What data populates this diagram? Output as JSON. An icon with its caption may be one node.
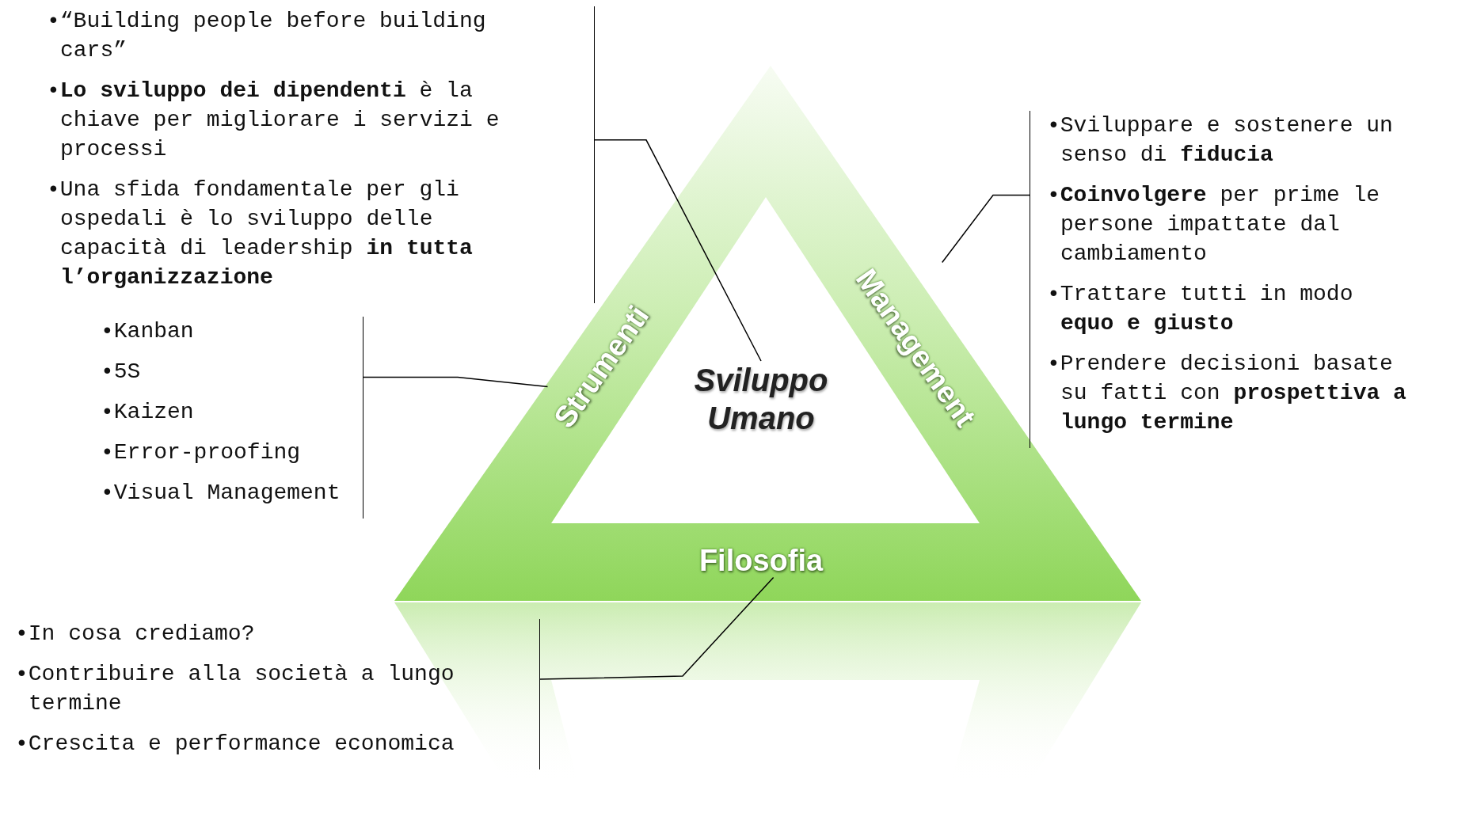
{
  "diagram": {
    "nodes": [
      {
        "text": [
          "•“Building people before building cars”",
          "•**Lo sviluppo dei dipendenti** è la chiave per migliorare i servizi e processi",
          "•Una sfida fondamentale per gli ospedali è lo sviluppo delle capacità di leadership **in tutta l’organizzazione**"
        ]
      },
      {
        "text": [
          "•Sviluppare e sostenere un senso di **fiducia**",
          "•**Coinvolgere** per prime le persone impattate dal cambiamento",
          "•Trattare tutti in modo **equo e giusto**",
          "•Prendere decisioni basate su fatti con **prospettiva a lungo termine**"
        ]
      },
      {
        "text": [
          "•Kanban",
          "•5S",
          "•Kaizen",
          "•Error-proofing",
          "•Visual Management"
        ]
      },
      {
        "text": [
          "Strumenti"
        ]
      },
      {
        "text": [
          "Sviluppo Umano"
        ]
      },
      {
        "text": [
          "Management"
        ]
      },
      {
        "text": [
          "Filosofia"
        ]
      },
      {
        "text": [
          "•In cosa crediamo?",
          "•Contribuire alla società a lungo termine",
          "•Crescita e performance economica"
        ]
      }
    ],
    "edges": [
      {
        "from": 0,
        "to": 4,
        "arrow": "none"
      },
      {
        "from": 1,
        "to": 5,
        "arrow": "none"
      },
      {
        "from": 2,
        "to": 3,
        "arrow": "none"
      },
      {
        "from": 7,
        "to": 6,
        "arrow": "none"
      }
    ]
  }
}
